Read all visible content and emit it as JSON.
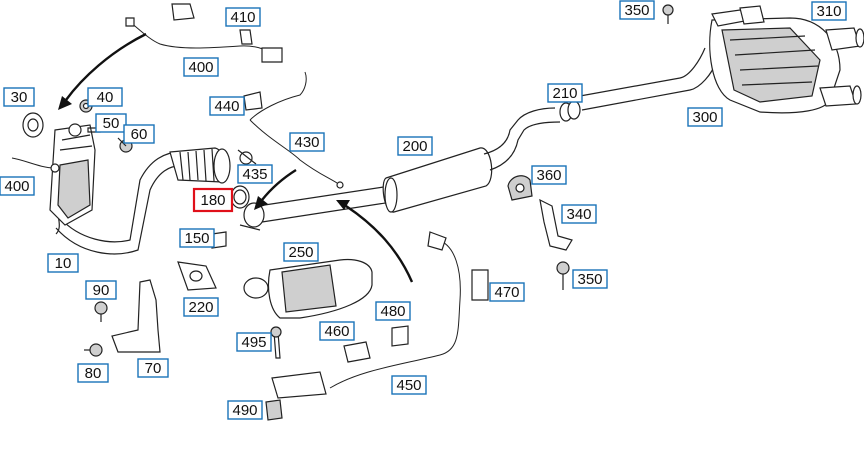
{
  "diagram": {
    "callouts": [
      {
        "id": "c410",
        "label": "410"
      },
      {
        "id": "c400a",
        "label": "400"
      },
      {
        "id": "c30",
        "label": "30"
      },
      {
        "id": "c40",
        "label": "40"
      },
      {
        "id": "c50",
        "label": "50"
      },
      {
        "id": "c60",
        "label": "60"
      },
      {
        "id": "c400b",
        "label": "400"
      },
      {
        "id": "c440",
        "label": "440"
      },
      {
        "id": "c430",
        "label": "430"
      },
      {
        "id": "c435",
        "label": "435"
      },
      {
        "id": "c180",
        "label": "180",
        "selected": true
      },
      {
        "id": "c200",
        "label": "200"
      },
      {
        "id": "c210",
        "label": "210"
      },
      {
        "id": "c300",
        "label": "300"
      },
      {
        "id": "c350a",
        "label": "350"
      },
      {
        "id": "c310",
        "label": "310"
      },
      {
        "id": "c360",
        "label": "360"
      },
      {
        "id": "c340",
        "label": "340"
      },
      {
        "id": "c350b",
        "label": "350"
      },
      {
        "id": "c150",
        "label": "150"
      },
      {
        "id": "c250",
        "label": "250"
      },
      {
        "id": "c10",
        "label": "10"
      },
      {
        "id": "c90",
        "label": "90"
      },
      {
        "id": "c220",
        "label": "220"
      },
      {
        "id": "c470",
        "label": "470"
      },
      {
        "id": "c480",
        "label": "480"
      },
      {
        "id": "c460",
        "label": "460"
      },
      {
        "id": "c495",
        "label": "495"
      },
      {
        "id": "c80",
        "label": "80"
      },
      {
        "id": "c70",
        "label": "70"
      },
      {
        "id": "c450",
        "label": "450"
      },
      {
        "id": "c490",
        "label": "490"
      }
    ],
    "colors": {
      "callout_border": "#1a73b8",
      "selected_border": "#e0101a",
      "line": "#222222"
    }
  }
}
